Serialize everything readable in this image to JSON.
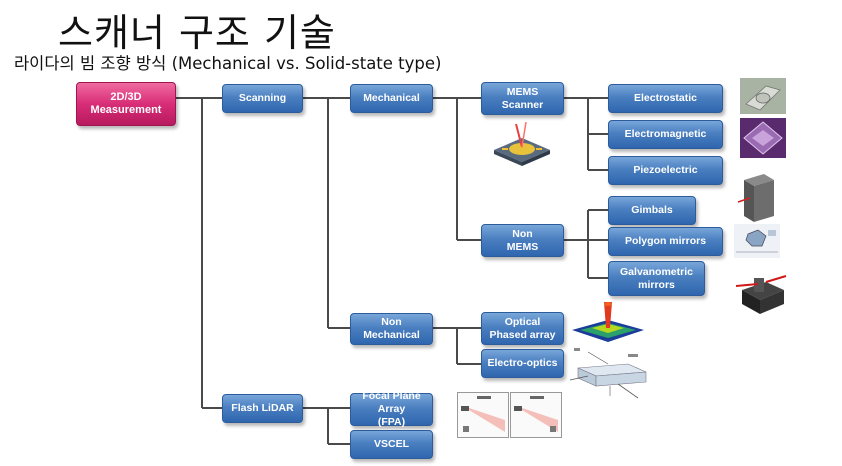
{
  "title": "스캐너 구조 기술",
  "subtitle": "라이다의 빔 조향 방식 (Mechanical vs. Solid-state type)",
  "colors": {
    "root": "#d82d77",
    "node": "#3d74ba",
    "line": "#4a4a4a"
  },
  "nodes": {
    "root": "2D/3D\nMeasurement",
    "scanning": "Scanning",
    "flash": "Flash LiDAR",
    "mechanical": "Mechanical",
    "nonmech": "Non\nMechanical",
    "fpa": "Focal Plane Array\n(FPA)",
    "vscel": "VSCEL",
    "mems": "MEMS\nScanner",
    "nonmems": "Non\nMEMS",
    "opa": "Optical\nPhased array",
    "eo": "Electro-optics",
    "electrostatic": "Electrostatic",
    "electromagnetic": "Electromagnetic",
    "piezo": "Piezoelectric",
    "gimbals": "Gimbals",
    "polygon": "Polygon mirrors",
    "galvo": "Galvanometric\nmirrors"
  }
}
